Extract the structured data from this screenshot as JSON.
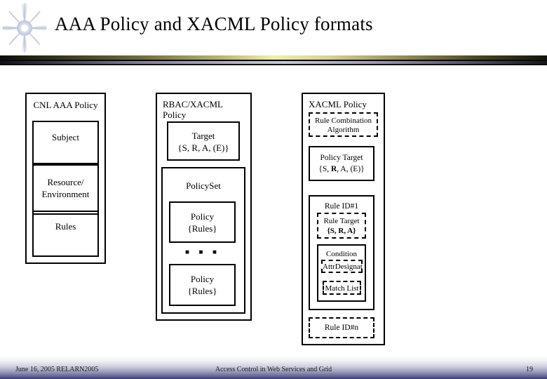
{
  "slide": {
    "title": "AAA Policy and XACML Policy formats",
    "decor_icon": "starburst-icon"
  },
  "footer": {
    "left": "June 16, 2005 RELARN2005",
    "center": "Access Control in Web Services and Grid",
    "page_number": "19"
  },
  "colors": {
    "divider_gold": "#f3eea4",
    "divider_lavender": "#c8c8da",
    "footer_gradient_end": "#3b3b78",
    "stroke": "#000000"
  },
  "diagram": {
    "columns": [
      {
        "id": "cnl-aaa-policy",
        "title": "CNL AAA Policy",
        "title_align": "center",
        "children": [
          {
            "id": "subject",
            "label": "Subject",
            "style": "solid"
          },
          {
            "id": "resource-environment",
            "label": "Resource/ Environment",
            "line1": "Resource/",
            "line2": "Environment",
            "style": "solid"
          },
          {
            "id": "rules",
            "label": "Rules",
            "style": "solid"
          }
        ]
      },
      {
        "id": "rbac-xacml-policy",
        "title": "RBAC/XACML Policy",
        "title_line1": "RBAC/XACML",
        "title_line2": "Policy",
        "title_align": "left",
        "children": [
          {
            "id": "target",
            "line1": "Target",
            "line2": "{S, R, A, (E)}",
            "style": "solid"
          },
          {
            "id": "policyset",
            "label": "PolicySet",
            "style": "solid",
            "ellipsis": "▪ ▪ ▪",
            "children": [
              {
                "id": "policy-1",
                "line1": "Policy",
                "line2": "{Rules}",
                "style": "solid"
              },
              {
                "id": "policy-n",
                "line1": "Policy",
                "line2": "{Rules}",
                "style": "solid"
              }
            ]
          }
        ]
      },
      {
        "id": "xacml-policy",
        "title": "XACML Policy",
        "title_align": "left",
        "children": [
          {
            "id": "rule-combination-algorithm",
            "line1": "Rule Combination",
            "line2": "Algorithm",
            "style": "dashed"
          },
          {
            "id": "policy-target",
            "line1": "Policy Target",
            "line2_pre": "{S, ",
            "line2_bold": "R",
            "line2_post": ", A, (E)}",
            "style": "solid"
          },
          {
            "id": "rule-id-1",
            "label": "Rule ID#1",
            "style": "solid",
            "children": [
              {
                "id": "rule-target",
                "line1": "Rule Target",
                "line2": "{S, R, A}",
                "style": "dashed",
                "bold_line2": true
              },
              {
                "id": "condition",
                "label": "Condition",
                "style": "solid",
                "children": [
                  {
                    "id": "attr-designator",
                    "label": "AttrDesignat",
                    "style": "dashed"
                  },
                  {
                    "id": "match-list",
                    "label": "Match List",
                    "style": "dashed"
                  }
                ]
              }
            ]
          },
          {
            "id": "rule-id-n",
            "label": "Rule ID#n",
            "style": "dashed"
          }
        ]
      }
    ]
  }
}
